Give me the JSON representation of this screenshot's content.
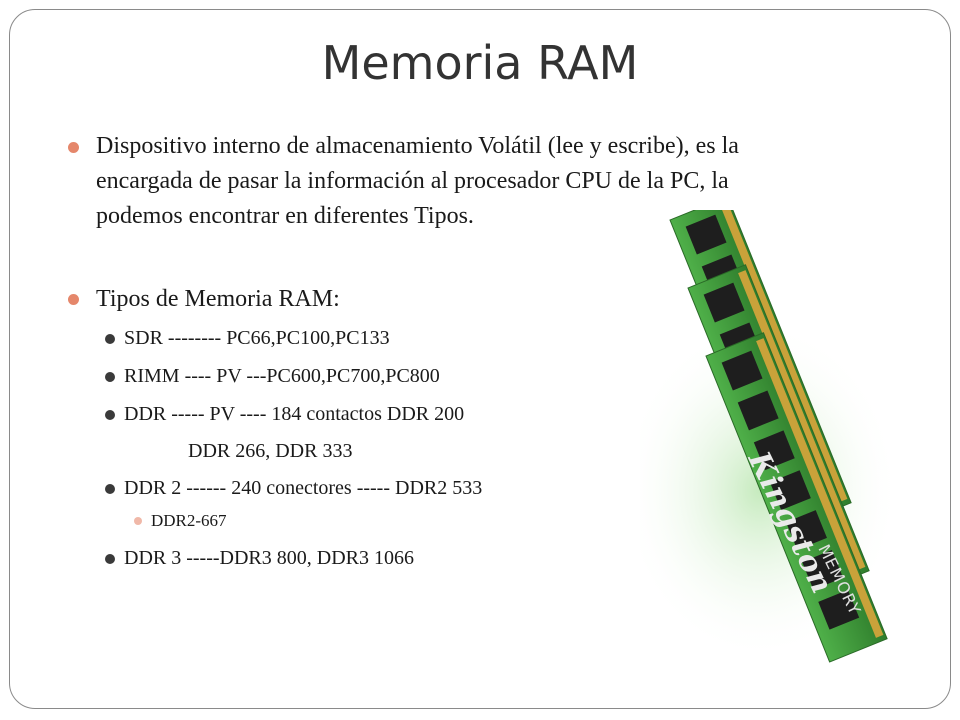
{
  "slide": {
    "title": "Memoria RAM",
    "bullet1": {
      "line1": "Dispositivo interno de almacenamiento Volátil (lee y escribe), es la",
      "line2": "encargada de pasar la información al procesador CPU de la PC, la",
      "line3": "podemos encontrar en diferentes Tipos."
    },
    "bullet2": "Tipos de Memoria RAM:",
    "types": [
      "SDR  -------- PC66,PC100,PC133",
      "RIMM  ---- PV ---PC600,PC700,PC800",
      "DDR  ----- PV ---- 184 contactos DDR 200",
      "DDR 266, DDR 333",
      "DDR 2 ------ 240 conectores ----- DDR2 533",
      "DDR2-667",
      "DDR 3 -----DDR3 800, DDR3 1066"
    ]
  },
  "image": {
    "brand_text": "Kingston",
    "brand_sub": "MEMORY",
    "colors": {
      "pcb": "#3e9a3a",
      "pcb_dark": "#2f7d2c",
      "chip": "#1c1c1c",
      "contacts": "#c9a23a"
    }
  },
  "colors": {
    "bullet_level1": "#e5876b",
    "bullet_level2": "#3a3a3a",
    "bullet_level3": "#f0b8a8"
  }
}
